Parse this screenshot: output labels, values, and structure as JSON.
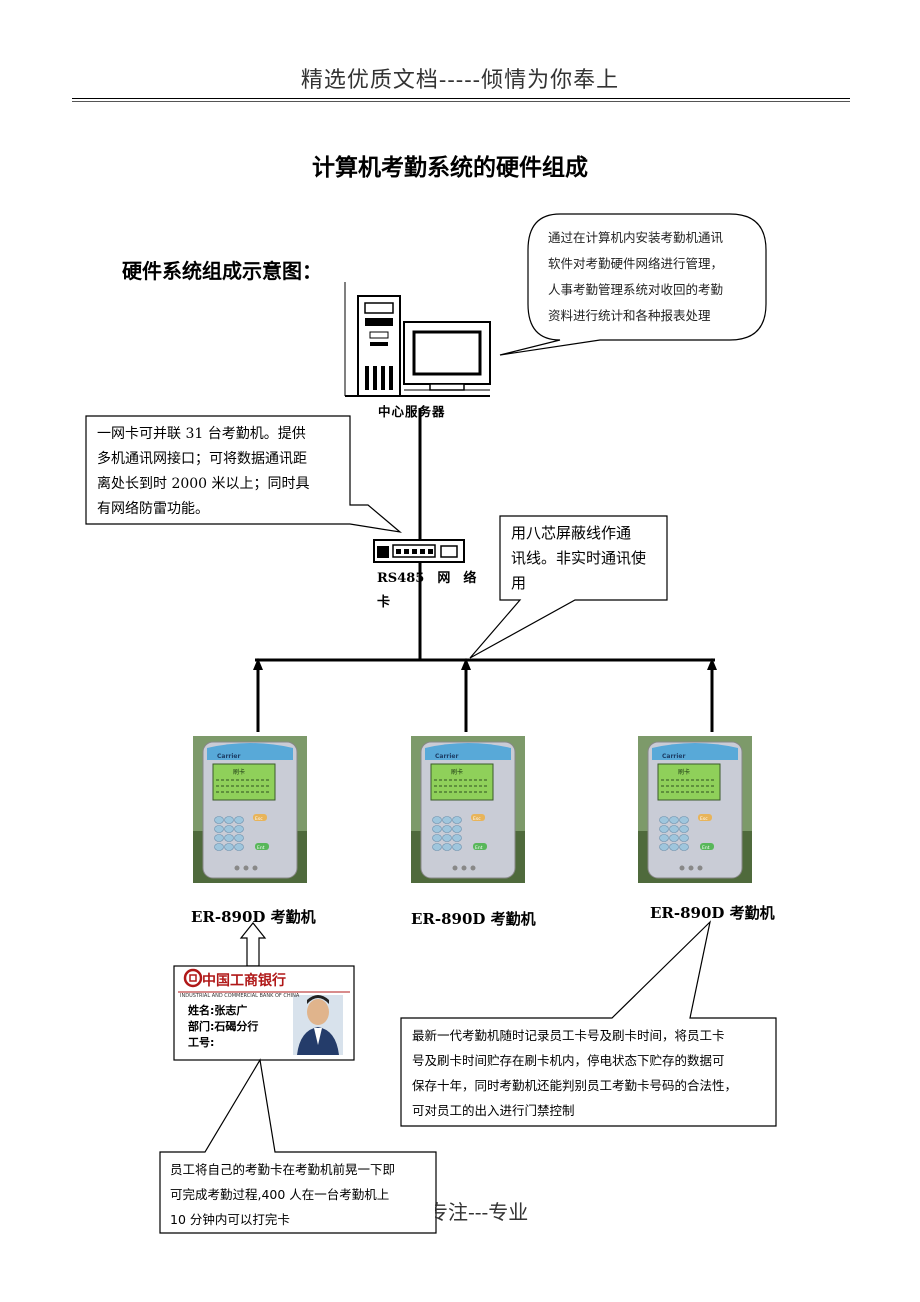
{
  "header": {
    "text": "精选优质文档-----倾情为你奉上"
  },
  "title": "计算机考勤系统的硬件组成",
  "subtitle": "硬件系统组成示意图：",
  "server": {
    "label": "中心服务器"
  },
  "network_card": {
    "label_line1": "RS485　网　络",
    "label_line2": "卡"
  },
  "callouts": {
    "software": [
      "通过在计算机内安装考勤机通讯",
      "软件对考勤硬件网络进行管理，",
      "人事考勤管理系统对收回的考勤",
      "资料进行统计和各种报表处理"
    ],
    "network": [
      "一网卡可并联 31 台考勤机。提供",
      "多机通讯网接口；可将数据通讯距",
      "离处长到时 2000 米以上；同时具",
      "有网络防雷功能。"
    ],
    "cable": [
      "用八芯屏蔽线作通",
      "讯线。非实时通讯使",
      "用"
    ],
    "machine": [
      "最新一代考勤机随时记录员工卡号及刷卡时间，将员工卡",
      "号及刷卡时间贮存在刷卡机内，停电状态下贮存的数据可",
      "保存十年，同时考勤机还能判别员工考勤卡号码的合法性，",
      "可对员工的出入进行门禁控制"
    ],
    "card_usage": [
      "员工将自己的考勤卡在考勤机前晃一下即",
      "可完成考勤过程,400 人在一台考勤机上",
      "10 分钟内可以打完卡"
    ]
  },
  "machines": [
    {
      "label": "ER-890D 考勤机"
    },
    {
      "label": "ER-890D 考勤机"
    },
    {
      "label": "ER-890D 考勤机"
    }
  ],
  "machine_device": {
    "brand": "Carrier",
    "screen_title": "刷卡",
    "btn_esc": "Esc",
    "btn_ent": "Ent"
  },
  "id_card": {
    "bank_name": "中国工商银行",
    "bank_name_en": "INDUSTRIAL AND COMMERCIAL BANK OF CHINA",
    "name": "姓名:张志广",
    "dept": "部门:石碣分行",
    "no": "工号:"
  },
  "footer": {
    "text": "专注---专业"
  },
  "colors": {
    "device_body": "#c9ccd6",
    "device_screen": "#8fd05a",
    "device_top": "#58a9d8",
    "photo_bg": "#d8e2ec"
  }
}
